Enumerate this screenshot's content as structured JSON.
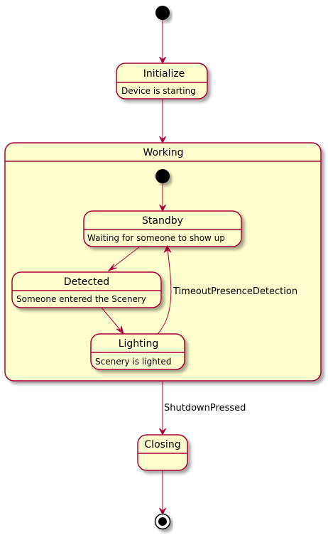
{
  "diagram": {
    "colors": {
      "state_fill": "#FEFECE",
      "state_border": "#A80036",
      "arrow": "#A80036",
      "pseudostate": "#000000",
      "shadow": "#c8c8c8"
    },
    "states": {
      "initialize": {
        "name": "Initialize",
        "description": "Device is starting"
      },
      "working": {
        "name": "Working"
      },
      "standby": {
        "name": "Standby",
        "description": "Waiting for someone to show up"
      },
      "detected": {
        "name": "Detected",
        "description": "Someone entered the Scenery"
      },
      "lighting": {
        "name": "Lighting",
        "description": "Scenery is lighted"
      },
      "closing": {
        "name": "Closing"
      }
    },
    "transitions": {
      "timeout": "TimeoutPresenceDetection",
      "shutdown": "ShutdownPressed"
    }
  }
}
